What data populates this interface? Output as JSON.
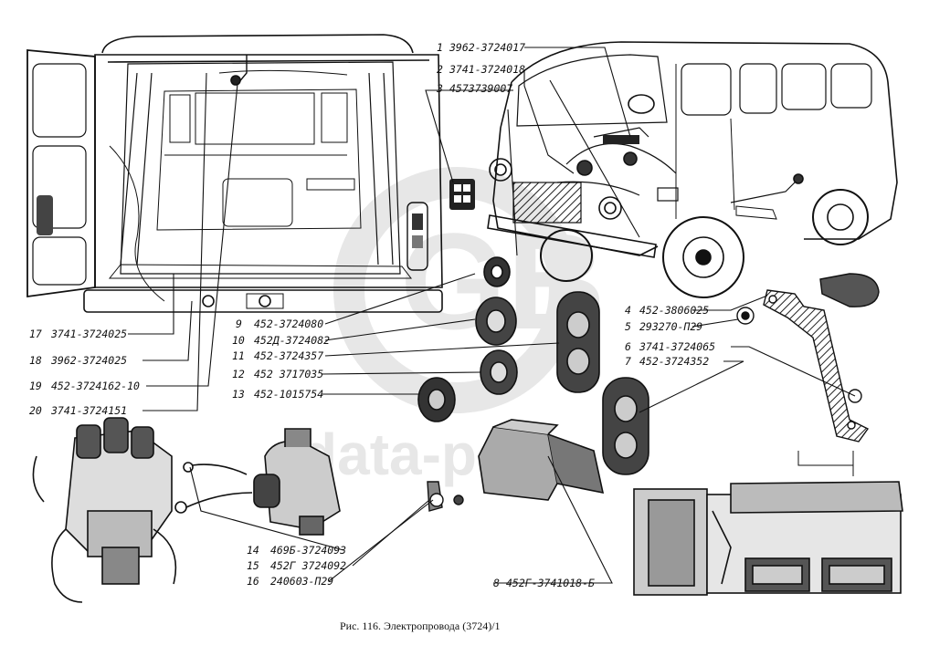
{
  "caption": "Рис. 116. Электропровода (3724)/1",
  "watermark": {
    "text": "data-parts",
    "logo": "GB",
    "color": "#d8d8d8"
  },
  "callouts": [
    {
      "n": "1",
      "code": "3962-3724017"
    },
    {
      "n": "2",
      "code": "3741-3724018"
    },
    {
      "n": "3",
      "code": "4573739007"
    },
    {
      "n": "4",
      "code": "452-3806025"
    },
    {
      "n": "5",
      "code": "293270-П29"
    },
    {
      "n": "6",
      "code": "3741-3724065"
    },
    {
      "n": "7",
      "code": "452-3724352"
    },
    {
      "n": "8",
      "code": "452Г-3741018-Б"
    },
    {
      "n": "9",
      "code": "452-3724080"
    },
    {
      "n": "10",
      "code": "452Д-3724082"
    },
    {
      "n": "11",
      "code": "452-3724357"
    },
    {
      "n": "12",
      "code": "452 3717035"
    },
    {
      "n": "13",
      "code": "452-1015754"
    },
    {
      "n": "14",
      "code": "469Б-3724093"
    },
    {
      "n": "15",
      "code": "452Г 3724092"
    },
    {
      "n": "16",
      "code": "240603-П29"
    },
    {
      "n": "17",
      "code": "3741-3724025"
    },
    {
      "n": "18",
      "code": "3962-3724025"
    },
    {
      "n": "19",
      "code": "452-3724162-10"
    },
    {
      "n": "20",
      "code": "3741-3724151"
    }
  ]
}
